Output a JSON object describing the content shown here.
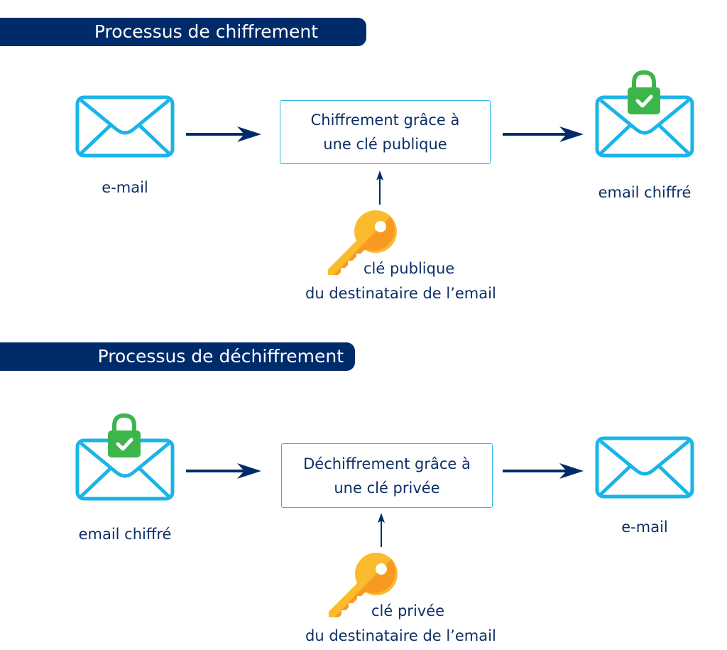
{
  "colors": {
    "banner_bg": "#002b6b",
    "banner_text": "#ffffff",
    "text": "#0d2f66",
    "arrow": "#002b6b",
    "envelope": "#1ab4e8",
    "box_border": "#29b6e8",
    "lock": "#3cb54a",
    "key_light": "#fbbb2f",
    "key_dark": "#f89a21"
  },
  "encryption": {
    "title": "Processus de chiffrement",
    "input": {
      "icon": "envelope-icon",
      "label": "e-mail"
    },
    "process": {
      "line1": "Chiffrement grâce à",
      "line2": "une clé publique"
    },
    "output": {
      "icon": "locked-envelope-icon",
      "label": "email chiffré"
    },
    "key": {
      "icon": "key-icon",
      "line1": "clé publique",
      "line2": "du destinataire de l’email"
    }
  },
  "decryption": {
    "title": "Processus de déchiffrement",
    "input": {
      "icon": "locked-envelope-icon",
      "label": "email chiffré"
    },
    "process": {
      "line1": "Déchiffrement grâce à",
      "line2": "une clé privée"
    },
    "output": {
      "icon": "envelope-icon",
      "label": "e-mail"
    },
    "key": {
      "icon": "key-icon",
      "line1": "clé privée",
      "line2": "du destinataire de l’email"
    }
  }
}
